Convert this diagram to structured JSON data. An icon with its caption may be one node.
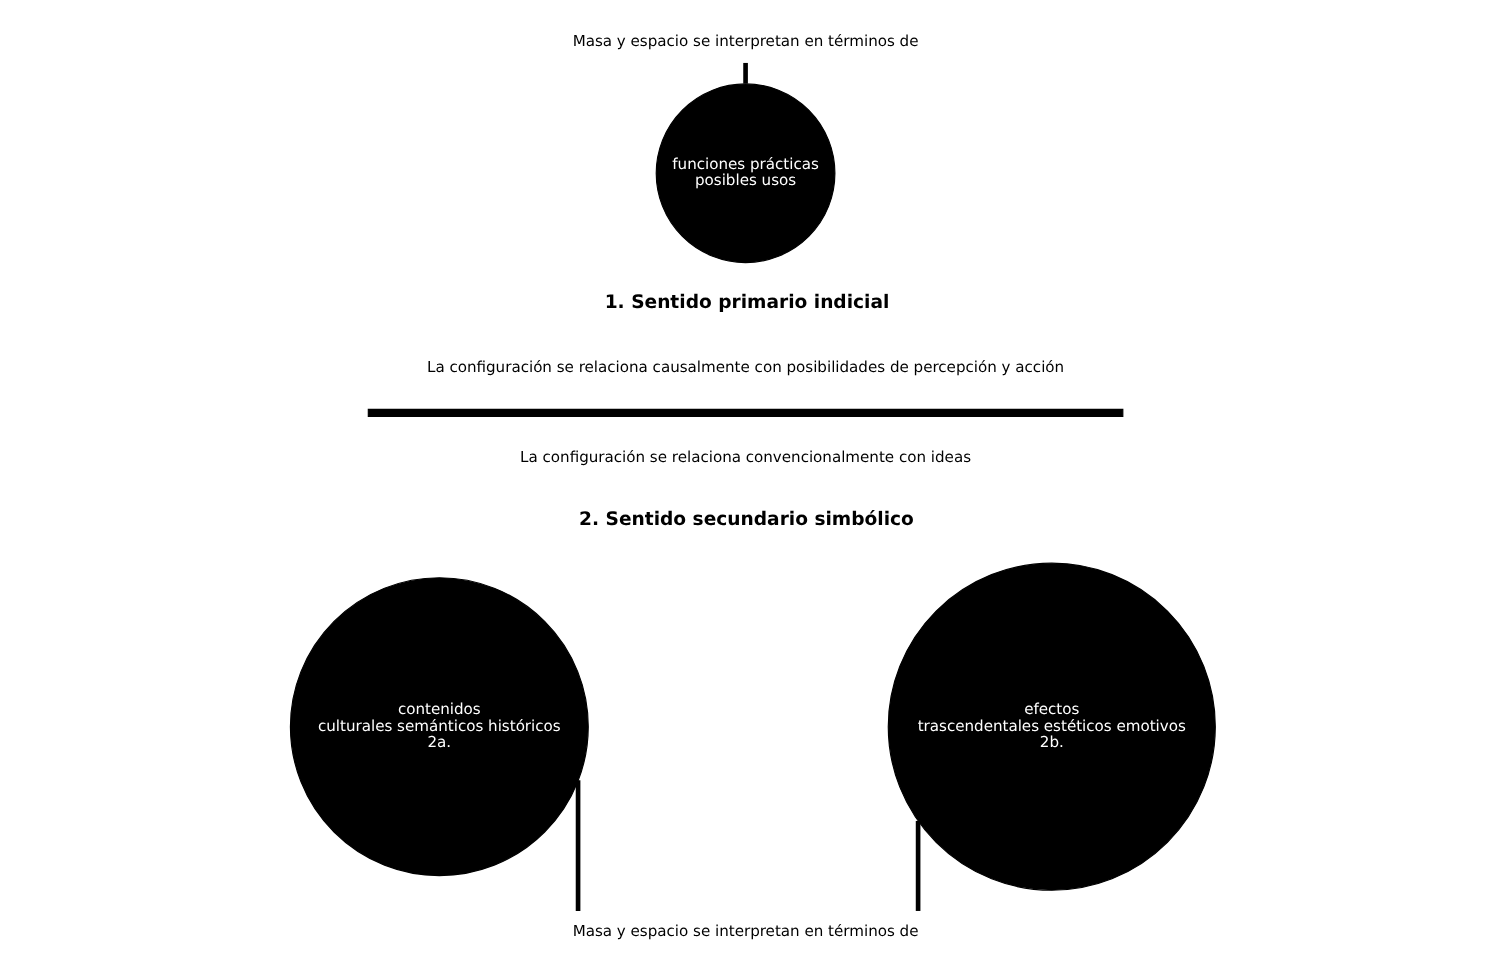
{
  "diagram": {
    "nodes": [
      {
        "text": [
          "Masa y espacio se interpretan en términos de"
        ]
      },
      {
        "text": [
          "funciones prácticas",
          "posibles usos"
        ]
      },
      {
        "text": [
          "contenidos",
          "culturales semánticos históricos",
          "2a."
        ]
      },
      {
        "text": [
          "efectos",
          "trascendentales estéticos emotivos",
          "2b."
        ]
      },
      {
        "text": [
          "Masa y espacio se interpretan en términos de"
        ]
      }
    ],
    "edges": [
      {
        "from": 0,
        "to": 1,
        "arrow": "none"
      },
      {
        "from": 4,
        "to": 2,
        "arrow": "none"
      },
      {
        "from": 4,
        "to": 3,
        "arrow": "none"
      }
    ],
    "labels": [
      "1. Sentido primario indicial",
      "La configuración se relaciona causalmente con posibilidades de percepción y acción",
      "La configuración se relaciona convencionalmente con ideas",
      "2. Sentido secundario simbólico"
    ]
  }
}
